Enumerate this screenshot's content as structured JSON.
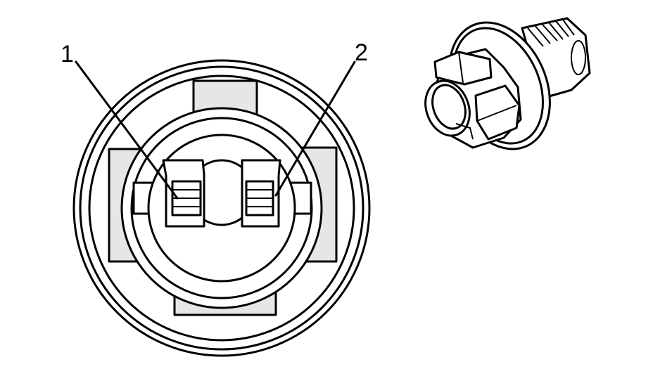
{
  "callouts": [
    {
      "id": "1",
      "label": "1"
    },
    {
      "id": "2",
      "label": "2"
    }
  ],
  "colors": {
    "stroke": "#000000",
    "fill": "#ffffff",
    "shade": "#e6e6e6"
  }
}
